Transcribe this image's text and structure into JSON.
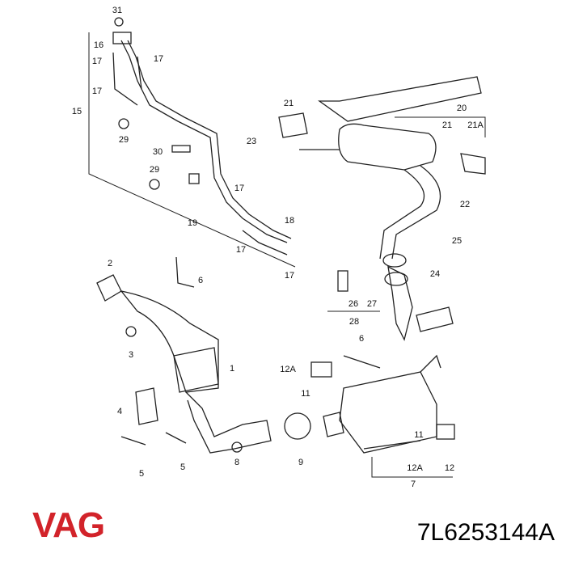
{
  "diagram": {
    "callouts": [
      "31",
      "16",
      "17",
      "17",
      "17",
      "15",
      "29",
      "30",
      "29",
      "19",
      "17",
      "18",
      "17",
      "17",
      "21",
      "23",
      "20",
      "21",
      "21A",
      "22",
      "25",
      "24",
      "26",
      "27",
      "28",
      "2",
      "6",
      "1",
      "3",
      "4",
      "5",
      "5",
      "8",
      "9",
      "6",
      "12A",
      "11",
      "11",
      "12",
      "12A",
      "7"
    ]
  },
  "brand": {
    "name": "VAG",
    "color": "#d2232a"
  },
  "part_number": "7L6253144A"
}
